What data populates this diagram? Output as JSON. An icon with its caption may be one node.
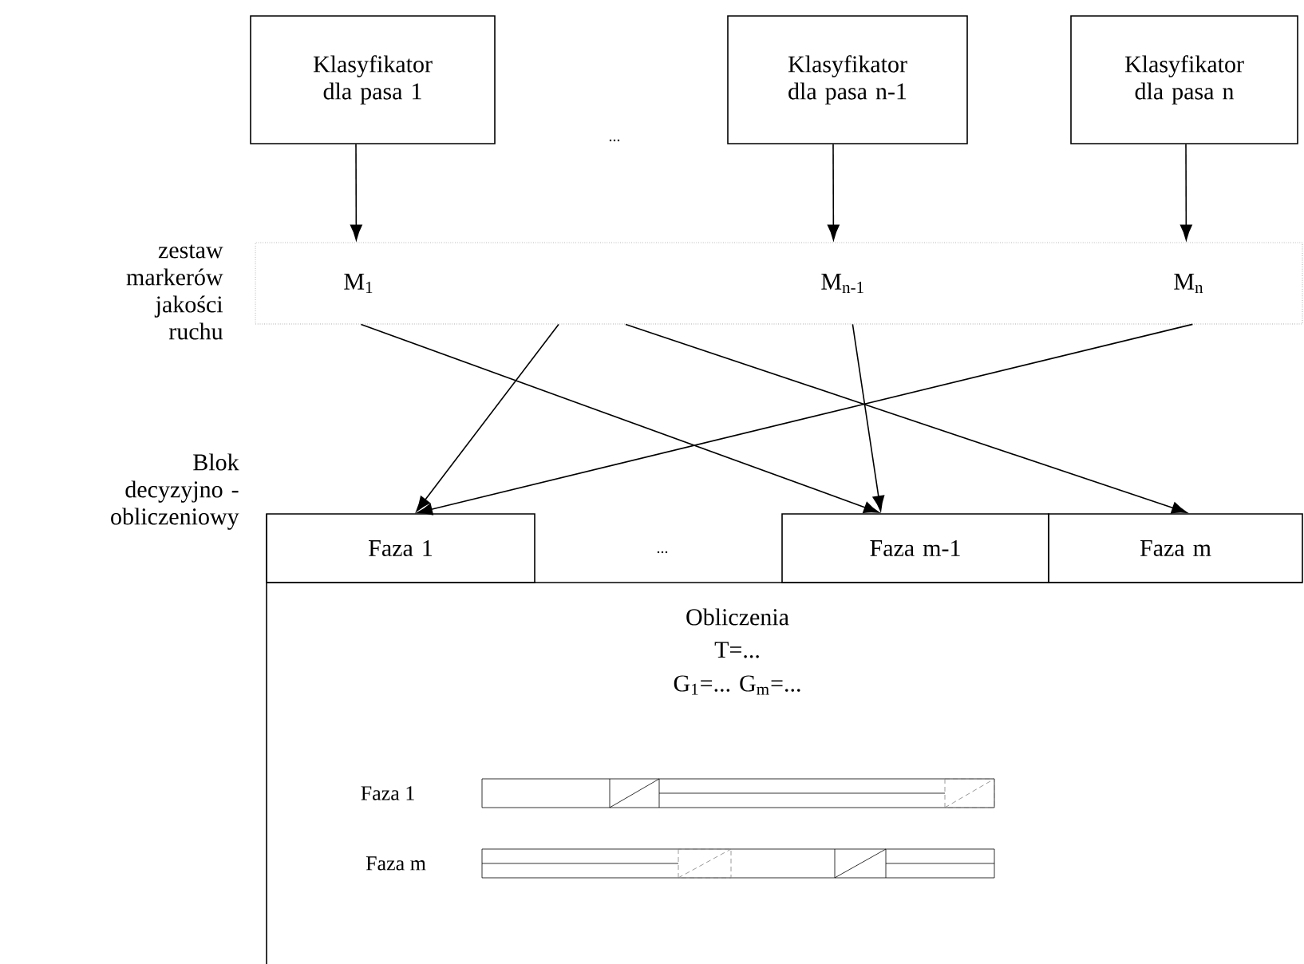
{
  "diagram": {
    "nodes": [
      {
        "text": [
          "Klasyfikator dla pasa 1"
        ]
      },
      {
        "text": [
          "Klasyfikator dla pasa n-1"
        ]
      },
      {
        "text": [
          "Klasyfikator dla pasa n"
        ]
      },
      {
        "text": [
          "zestaw markerów jakości ruchu"
        ]
      },
      {
        "text": [
          "M$_{1}$"
        ],
        "in": 3
      },
      {
        "text": [
          "M$_{n-1}$"
        ],
        "in": 3
      },
      {
        "text": [
          "M$_{n}$"
        ],
        "in": 3
      },
      {
        "text": [
          "Blok decyzyjno - obliczeniowy",
          "Obliczenia",
          "T=...",
          "G$_{1}$=... G$_{m}$=..."
        ]
      },
      {
        "text": [
          "Faza 1"
        ],
        "in": 7
      },
      {
        "text": [
          "Faza m-1"
        ],
        "in": 7
      },
      {
        "text": [
          "Faza m"
        ],
        "in": 7
      }
    ],
    "edges": [
      {
        "from": 0,
        "to": 4,
        "arrow": "to"
      },
      {
        "from": 1,
        "to": 5,
        "arrow": "to"
      },
      {
        "from": 2,
        "to": 6,
        "arrow": "to"
      },
      {
        "from": 4,
        "to": 9,
        "arrow": "to"
      },
      {
        "from": 3,
        "to": 8,
        "arrow": "to"
      },
      {
        "from": 3,
        "to": 10,
        "arrow": "to"
      },
      {
        "from": 5,
        "to": 9,
        "arrow": "to"
      },
      {
        "from": 6,
        "to": 8,
        "arrow": "to"
      }
    ],
    "labels": [
      "...",
      "...",
      "Faza 1",
      "Faza m"
    ]
  }
}
